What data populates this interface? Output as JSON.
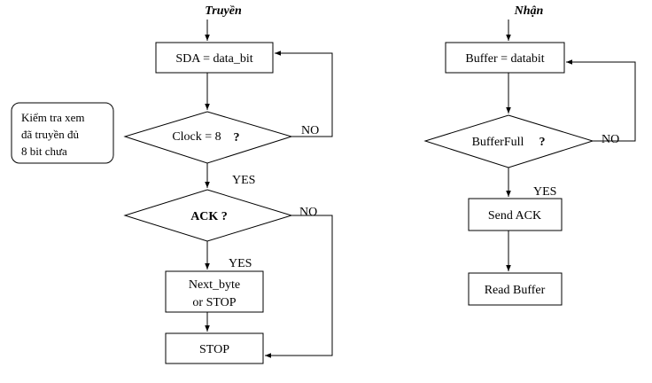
{
  "left": {
    "title": "Truyền",
    "sda_box": "SDA = data_bit",
    "clock_decision": "Clock = 8",
    "clock_q": "?",
    "note_line1": "Kiểm tra xem",
    "note_line2": "đã truyền đủ",
    "note_line3": "8 bit chưa",
    "ack_decision": "ACK ?",
    "next_line1": "Next_byte",
    "next_line2": "or STOP",
    "stop_box": "STOP",
    "yes1": "YES",
    "yes2": "YES",
    "no1": "NO",
    "no2": "NO"
  },
  "right": {
    "title": "Nhận",
    "buffer_box": "Buffer = databit",
    "bufferfull_decision": "BufferFull",
    "bufferfull_q": "?",
    "send_ack_box": "Send ACK",
    "read_buffer_box": "Read Buffer",
    "yes": "YES",
    "no": "NO"
  }
}
